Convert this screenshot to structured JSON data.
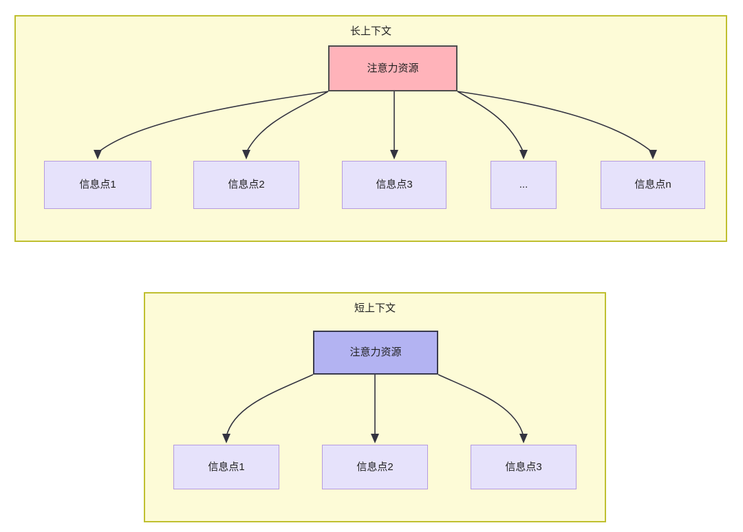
{
  "diagram": {
    "type": "node-link-diagram",
    "background": "#ffffff",
    "groups": [
      {
        "id": "long-context",
        "title": "长上下文",
        "fill": "#fdfbd7",
        "stroke": "#bfbf2f",
        "root": {
          "label": "注意力资源",
          "fill": "#ffb3ba",
          "stroke": "#4d4d4d"
        },
        "children": [
          {
            "label": "信息点1",
            "fill": "#e6e2fb",
            "stroke": "#b49adf"
          },
          {
            "label": "信息点2",
            "fill": "#e6e2fb",
            "stroke": "#b49adf"
          },
          {
            "label": "信息点3",
            "fill": "#e6e2fb",
            "stroke": "#b49adf"
          },
          {
            "label": "...",
            "fill": "#e6e2fb",
            "stroke": "#b49adf"
          },
          {
            "label": "信息点n",
            "fill": "#e6e2fb",
            "stroke": "#b49adf"
          }
        ]
      },
      {
        "id": "short-context",
        "title": "短上下文",
        "fill": "#fdfbd7",
        "stroke": "#bfbf2f",
        "root": {
          "label": "注意力资源",
          "fill": "#b3b3f2",
          "stroke": "#3a3a4d"
        },
        "children": [
          {
            "label": "信息点1",
            "fill": "#e6e2fb",
            "stroke": "#b49adf"
          },
          {
            "label": "信息点2",
            "fill": "#e6e2fb",
            "stroke": "#b49adf"
          },
          {
            "label": "信息点3",
            "fill": "#e6e2fb",
            "stroke": "#b49adf"
          }
        ]
      }
    ],
    "edge_color": "#333340"
  }
}
